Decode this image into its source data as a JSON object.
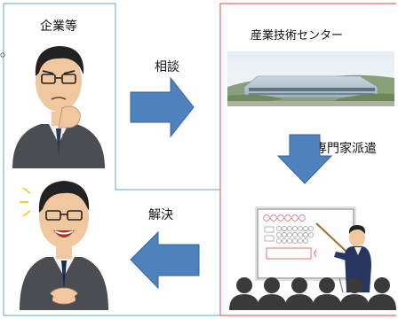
{
  "labels": {
    "company": "企業等",
    "center": "産業技術センター",
    "consult": "相談",
    "dispatch": "専門家派遣",
    "solve": "解決"
  },
  "colors": {
    "arrow_fill": "#4f81bd",
    "arrow_stroke": "#3a6496",
    "company_box": "#7fb3d6",
    "center_box": "#e86a6a",
    "suit": "#4a4d52",
    "shirt": "#f3f3f3",
    "tie_worried": "#2e3b56",
    "tie_happy": "#1c2b52",
    "skin": "#f1c79f",
    "hair": "#222222",
    "audience": "#3a3a3a"
  },
  "icons": {
    "worried_person": "worried-businessman-icon",
    "happy_person": "happy-businessman-icon",
    "building": "factory-building-photo",
    "lecture": "lecture-presentation-icon"
  }
}
